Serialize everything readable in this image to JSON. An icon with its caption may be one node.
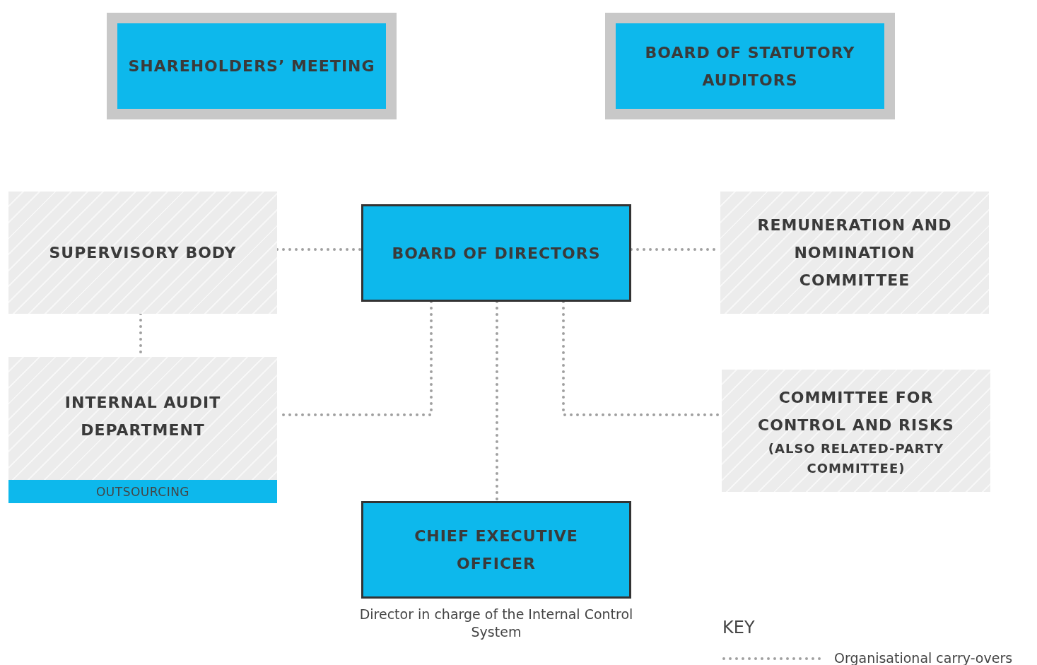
{
  "diagram": {
    "nodes": [
      {
        "text": [
          "SHAREHOLDERS’ MEETING"
        ]
      },
      {
        "text": [
          "BOARD OF STATUTORY AUDITORS"
        ]
      },
      {
        "text": [
          "SUPERVISORY BODY"
        ]
      },
      {
        "text": [
          "BOARD OF DIRECTORS"
        ]
      },
      {
        "text": [
          "REMUNERATION AND NOMINATION COMMITTEE"
        ]
      },
      {
        "text": [
          "INTERNAL AUDIT DEPARTMENT"
        ]
      },
      {
        "text": [
          "OUTSOURCING"
        ],
        "in": 5
      },
      {
        "text": [
          "COMMITTEE FOR CONTROL AND RISKS",
          "(ALSO RELATED-PARTY COMMITTEE)"
        ]
      },
      {
        "text": [
          "CHIEF EXECUTIVE OFFICER"
        ],
        "beside": [
          "Director in charge of the Internal Control System"
        ]
      }
    ],
    "edges": [
      {
        "from": 2,
        "to": 3,
        "arrow": "none"
      },
      {
        "from": 3,
        "to": 4,
        "arrow": "none"
      },
      {
        "from": 2,
        "to": 5,
        "arrow": "none"
      },
      {
        "from": 3,
        "to": 5,
        "arrow": "none"
      },
      {
        "from": 3,
        "to": 8,
        "arrow": "none"
      },
      {
        "from": 3,
        "to": 7,
        "arrow": "none"
      }
    ],
    "labels": [
      "KEY"
    ],
    "legend": [
      {
        "text": "Organisational carry-overs"
      }
    ]
  }
}
